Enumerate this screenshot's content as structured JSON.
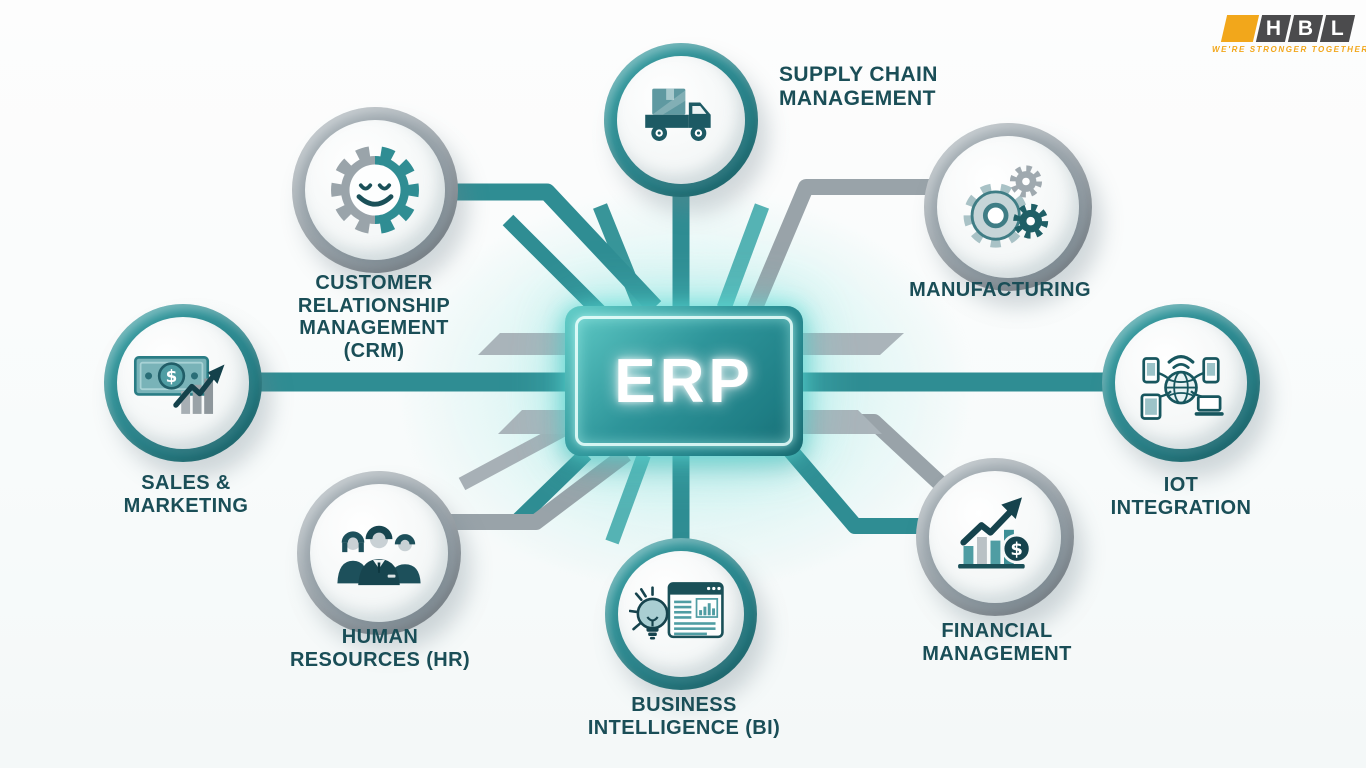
{
  "brand": {
    "name": "HBL",
    "letters": [
      "H",
      "B",
      "L"
    ],
    "tagline": "WE'RE STRONGER TOGETHER",
    "logo_yellow": "#f2a71b",
    "logo_gray": "#4b4b4d"
  },
  "center": {
    "label": "ERP"
  },
  "nodes": [
    {
      "id": "supply-chain",
      "label": "SUPPLY CHAIN\nMANAGEMENT",
      "icon": "truck-icon",
      "ring": "teal"
    },
    {
      "id": "crm",
      "label": "CUSTOMER\nRELATIONSHIP\nMANAGEMENT\n(CRM)",
      "icon": "gear-smiley-icon",
      "ring": "gray"
    },
    {
      "id": "manufacturing",
      "label": "MANUFACTURING",
      "icon": "gears-icon",
      "ring": "gray"
    },
    {
      "id": "sales-marketing",
      "label": "SALES &\nMARKETING",
      "icon": "money-chart-icon",
      "ring": "teal"
    },
    {
      "id": "iot-integration",
      "label": "IOT\nINTEGRATION",
      "icon": "connected-devices-icon",
      "ring": "teal"
    },
    {
      "id": "hr",
      "label": "HUMAN\nRESOURCES (HR)",
      "icon": "people-icon",
      "ring": "gray"
    },
    {
      "id": "business-intelligence",
      "label": "BUSINESS\nINTELLIGENCE (BI)",
      "icon": "bulb-dashboard-icon",
      "ring": "teal"
    },
    {
      "id": "financial",
      "label": "FINANCIAL\nMANAGEMENT",
      "icon": "growth-chart-dollar-icon",
      "ring": "gray"
    }
  ],
  "colors": {
    "accent_teal": "#2f8d93",
    "connector_gray": "#99a3a9",
    "label_text": "#1a4e57",
    "icon_dark": "#17505b"
  }
}
